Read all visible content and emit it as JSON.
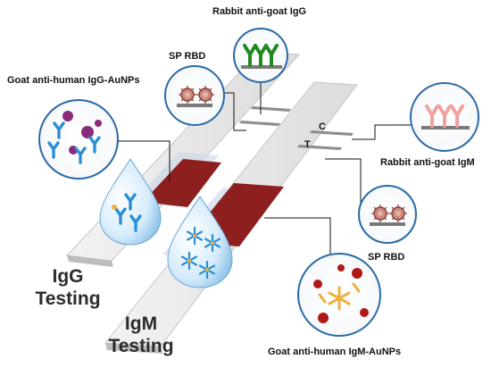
{
  "labels": {
    "rabbit_anti_goat_igg": "Rabbit anti-goat IgG",
    "sp_rbd_top": "SP RBD",
    "goat_anti_human_igg_aunps": "Goat anti-human IgG-AuNPs",
    "rabbit_anti_goat_igm": "Rabbit anti-goat IgM",
    "sp_rbd_bottom": "SP RBD",
    "goat_anti_human_igm_aunps": "Goat anti-human IgM-AuNPs",
    "line_c": "C",
    "line_t": "T"
  },
  "tests": {
    "igg_line1": "IgG",
    "igg_line2": "Testing",
    "igm_line1": "IgM",
    "igm_line2": "Testing"
  },
  "colors": {
    "strip_light": "#e6e6e6",
    "strip_edge": "#c7c7c7",
    "sample_pad": "#c9d6e6",
    "conjugate_pad": "#8e1f1f",
    "test_line": "#8d8d8d",
    "igg_antibody_green": "#1f8a1f",
    "igm_antibody_pink": "#f2a0a0",
    "antibody_blue": "#2a8fd6",
    "aunp_purple": "#8b2a7a",
    "aunp_red": "#b01818",
    "spike_orange": "#f0b040"
  },
  "icons": [
    "droplet-icon",
    "antibody-icon",
    "virus-particle-icon",
    "gold-nanoparticle-icon",
    "snowflake-igm-icon"
  ]
}
